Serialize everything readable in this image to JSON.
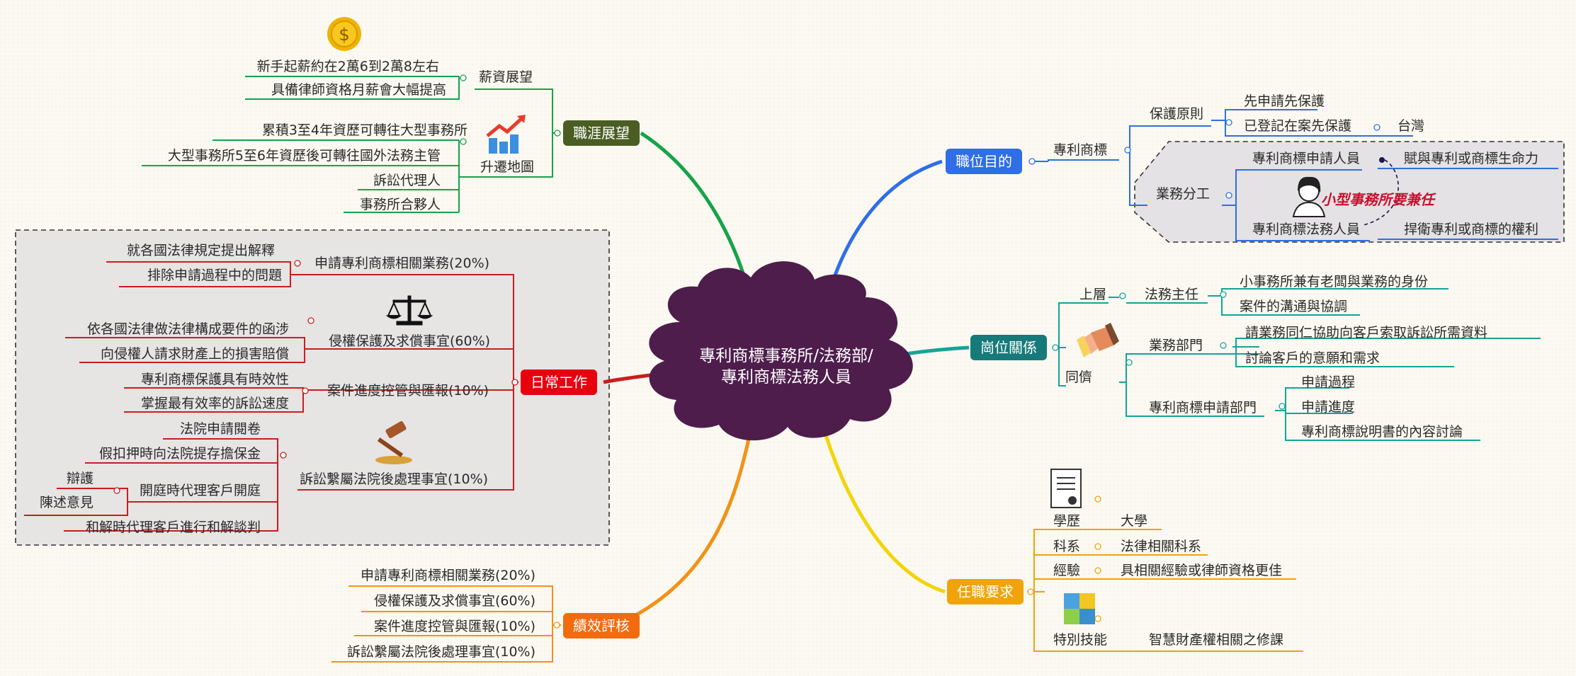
{
  "center": {
    "line1": "專利商標事務所/法務部/",
    "line2": "專利商標法務人員"
  },
  "branches": {
    "career": {
      "label": "職涯展望",
      "salary": {
        "label": "薪資展望",
        "items": [
          "新手起薪約在2萬6到2萬8左右",
          "具備律師資格月薪會大幅提高"
        ]
      },
      "promotion": {
        "label": "升遷地圖",
        "items": [
          "累積3至4年資歷可轉往大型事務所",
          "大型事務所5至6年資歷後可轉往國外法務主管",
          "訴訟代理人",
          "事務所合夥人"
        ]
      }
    },
    "daily": {
      "label": "日常工作",
      "apply": {
        "label": "申請專利商標相關業務(20%)",
        "items": [
          "就各國法律規定提出解釋",
          "排除申請過程中的問題"
        ]
      },
      "infringe": {
        "label": "侵權保護及求償事宜(60%)",
        "items": [
          "依各國法律做法律構成要件的函涉",
          "向侵權人請求財產上的損害賠償"
        ]
      },
      "progress": {
        "label": "案件進度控管與匯報(10%)",
        "items": [
          "專利商標保護具有時效性",
          "掌握最有效率的訴訟速度"
        ]
      },
      "litigation": {
        "label": "訴訟繫屬法院後處理事宜(10%)",
        "items": [
          "法院申請閱卷",
          "假扣押時向法院提存擔保金"
        ],
        "court": {
          "label": "開庭時代理客戶開庭",
          "items": [
            "辯護",
            "陳述意見"
          ]
        },
        "settle": "和解時代理客戶進行和解談判"
      }
    },
    "performance": {
      "label": "績效評核",
      "items": [
        "申請專利商標相關業務(20%)",
        "侵權保護及求償事宜(60%)",
        "案件進度控管與匯報(10%)",
        "訴訟繫屬法院後處理事宜(10%)"
      ]
    },
    "purpose": {
      "label": "職位目的",
      "sub": "專利商標",
      "protect": {
        "label": "保護原則",
        "items": [
          "先申請先保護",
          "已登記在案先保護"
        ],
        "region": "台灣"
      },
      "division": {
        "label": "業務分工",
        "applicant": "專利商標申請人員",
        "applicant_role": "賦與專利或商標生命力",
        "legal": "專利商標法務人員",
        "legal_role": "捍衛專利或商標的權利",
        "note": "小型事務所要兼任"
      }
    },
    "relation": {
      "label": "崗位關係",
      "upper": {
        "label": "上層",
        "sub": "法務主任",
        "items": [
          "小事務所兼有老闆與業務的身份",
          "案件的溝通與協調"
        ]
      },
      "peer": {
        "label": "同儕",
        "sales": {
          "label": "業務部門",
          "items": [
            "請業務同仁協助向客戶索取訴訟所需資料",
            "討論客戶的意願和需求"
          ]
        },
        "applydept": {
          "label": "專利商標申請部門",
          "items": [
            "申請過程",
            "申請進度",
            "專利商標說明書的內容討論"
          ]
        }
      }
    },
    "requirement": {
      "label": "任職要求",
      "edu": {
        "label": "學歷",
        "value": "大學"
      },
      "dept": {
        "label": "科系",
        "value": "法律相關科系"
      },
      "exp": {
        "label": "經驗",
        "value": "具相關經驗或律師資格更佳"
      },
      "skill": {
        "label": "特別技能",
        "value": "智慧財產權相關之修課"
      }
    }
  },
  "colors": {
    "career": "#4a5e23",
    "daily": "#e8000f",
    "performance": "#f26b0f",
    "purpose": "#2f6ee6",
    "relation": "#167a7a",
    "requirement": "#f0a30a",
    "cloud": "#4e1d4c",
    "wire_career": "#16a34a",
    "wire_daily": "#c81e1e",
    "wire_perf": "#f29216",
    "wire_purpose": "#2f6ee6",
    "wire_rel": "#15a398",
    "wire_req": "#f2d40b"
  },
  "icons": [
    "coin-icon",
    "growth-chart-icon",
    "scales-icon",
    "gavel-icon",
    "woman-avatar-icon",
    "handshake-icon",
    "certificate-icon",
    "puzzle-icon"
  ]
}
